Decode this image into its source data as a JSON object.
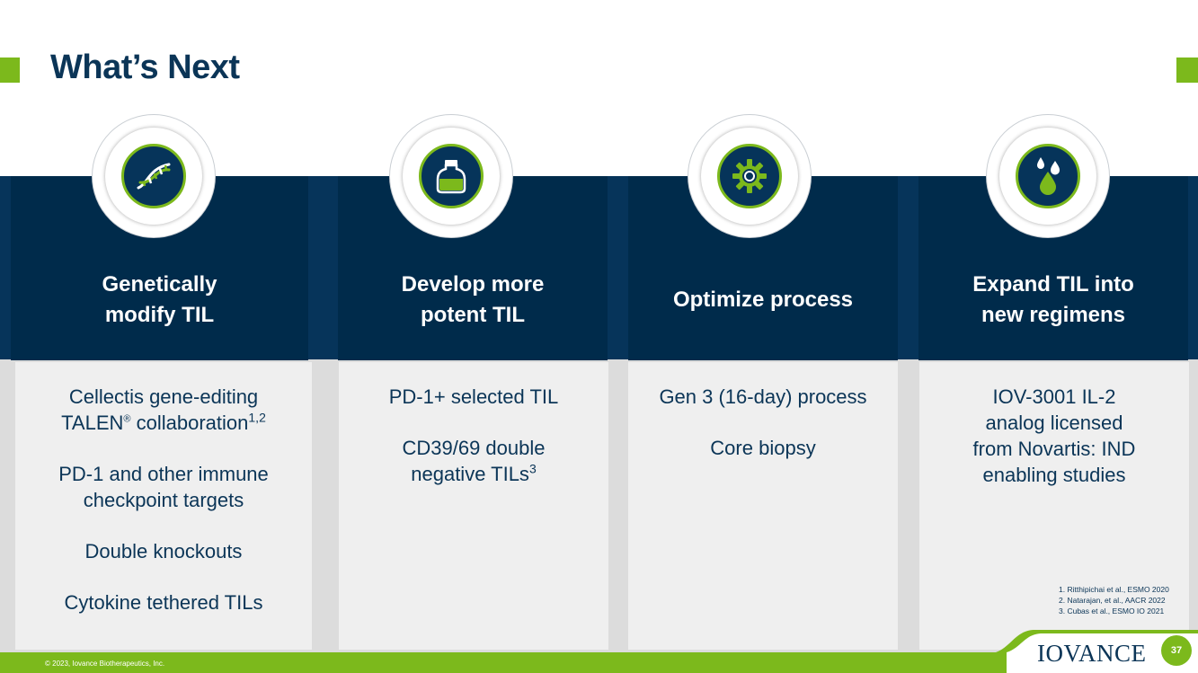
{
  "title": "What’s Next",
  "colors": {
    "navy": "#002b4b",
    "green": "#7cb91c",
    "light_gray": "#efefef"
  },
  "columns": [
    {
      "icon": "dna-icon",
      "heading": "Genetically\nmodify TIL",
      "items": [
        {
          "parts": [
            "Cellectis gene-editing\nTALEN",
            "®",
            " collaboration",
            "1,2"
          ]
        },
        {
          "text": "PD-1 and other immune\ncheckpoint targets"
        },
        {
          "text": "Double knockouts"
        },
        {
          "text": "Cytokine tethered TILs"
        }
      ]
    },
    {
      "icon": "flask-icon",
      "heading": "Develop more\npotent TIL",
      "items": [
        {
          "text": "PD-1+ selected TIL"
        },
        {
          "parts": [
            "CD39/69 double\nnegative TILs",
            "3"
          ]
        }
      ]
    },
    {
      "icon": "gear-icon",
      "heading": "Optimize process",
      "items": [
        {
          "text": "Gen 3 (16-day) process"
        },
        {
          "text": "Core biopsy"
        }
      ]
    },
    {
      "icon": "droplets-icon",
      "heading": "Expand TIL into\nnew regimens",
      "items": [
        {
          "text": "IOV-3001 IL-2\nanalog licensed\nfrom Novartis: IND\nenabling studies"
        }
      ]
    }
  ],
  "footnotes": [
    "1.  Ritthipichai et al., ESMO 2020",
    "2.  Natarajan, et al., AACR 2022",
    "3.  Cubas et al., ESMO IO 2021"
  ],
  "footer": {
    "copyright": "© 2023, Iovance Biotherapeutics, Inc.",
    "logo_text": "IOVANCE",
    "page_number": "37"
  }
}
